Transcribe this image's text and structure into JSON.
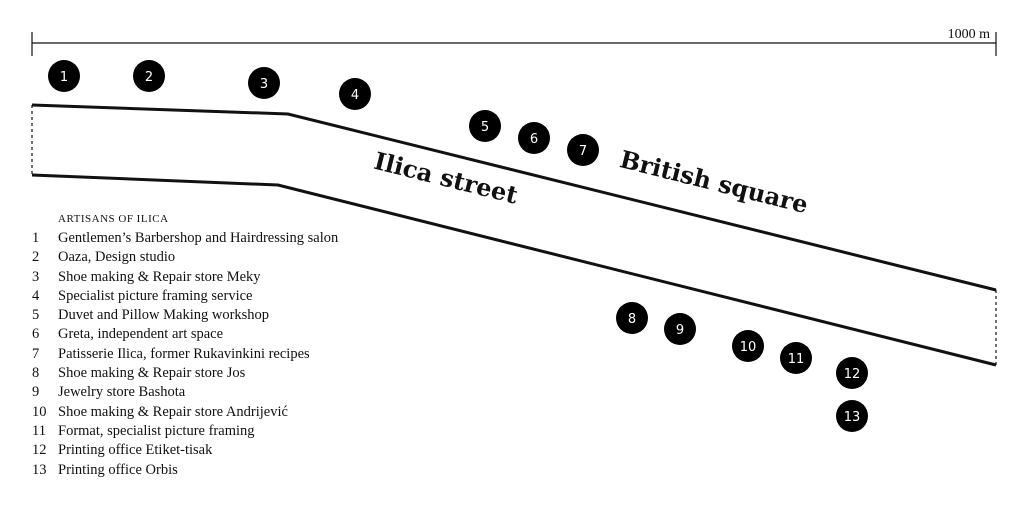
{
  "scale": {
    "label": "1000 m"
  },
  "streets": [
    {
      "name": "Ilica street"
    },
    {
      "name": "British square"
    }
  ],
  "legend": {
    "title": "ARTISANS OF ILICA",
    "items": [
      {
        "num": "1",
        "label": "Gentlemen’s Barbershop and Hairdressing salon"
      },
      {
        "num": "2",
        "label": "Oaza, Design studio"
      },
      {
        "num": "3",
        "label": "Shoe making & Repair store Meky"
      },
      {
        "num": "4",
        "label": "Specialist picture framing service"
      },
      {
        "num": "5",
        "label": "Duvet and Pillow Making workshop"
      },
      {
        "num": "6",
        "label": "Greta, independent art space"
      },
      {
        "num": "7",
        "label": "Patisserie Ilica, former Rukavinkini recipes"
      },
      {
        "num": "8",
        "label": "Shoe making & Repair store Jos"
      },
      {
        "num": "9",
        "label": "Jewelry store Bashota"
      },
      {
        "num": "10",
        "label": "Shoe making & Repair store Andrijević"
      },
      {
        "num": "11",
        "label": "Format, specialist picture framing"
      },
      {
        "num": "12",
        "label": "Printing office Etiket-tisak"
      },
      {
        "num": "13",
        "label": "Printing office Orbis"
      }
    ]
  },
  "colors": {
    "ink": "#111111",
    "pin": "#000000",
    "pin_text": "#ffffff",
    "background": "#ffffff"
  }
}
